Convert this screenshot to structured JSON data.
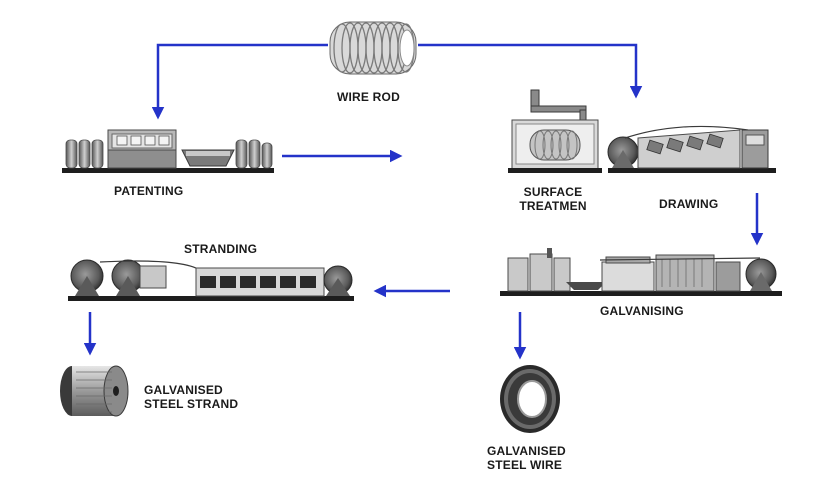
{
  "labels": {
    "wire_rod": "WIRE ROD",
    "patenting": "PATENTING",
    "surface_treatment_line1": "SURFACE",
    "surface_treatment_line2": "TREATMEN",
    "drawing": "DRAWING",
    "stranding": "STRANDING",
    "galvanising": "GALVANISING",
    "galvanised_steel_strand_line1": "GALVANISED",
    "galvanised_steel_strand_line2": "STEEL STRAND",
    "galvanised_steel_wire_line1": "GALVANISED",
    "galvanised_steel_wire_line2": "STEEL WIRE"
  },
  "colors": {
    "arrow": "#2433c9",
    "machine_dark": "#3a3a3a",
    "machine_mid": "#8c8c8c",
    "machine_light": "#d4d4d4",
    "base": "#1e1e1e"
  },
  "icons": [
    "wire-rod-coil-icon",
    "patenting-machine-icon",
    "surface-treatment-tank-icon",
    "drawing-machine-icon",
    "galvanising-line-icon",
    "stranding-machine-icon",
    "steel-strand-reel-icon",
    "steel-wire-coil-icon"
  ]
}
